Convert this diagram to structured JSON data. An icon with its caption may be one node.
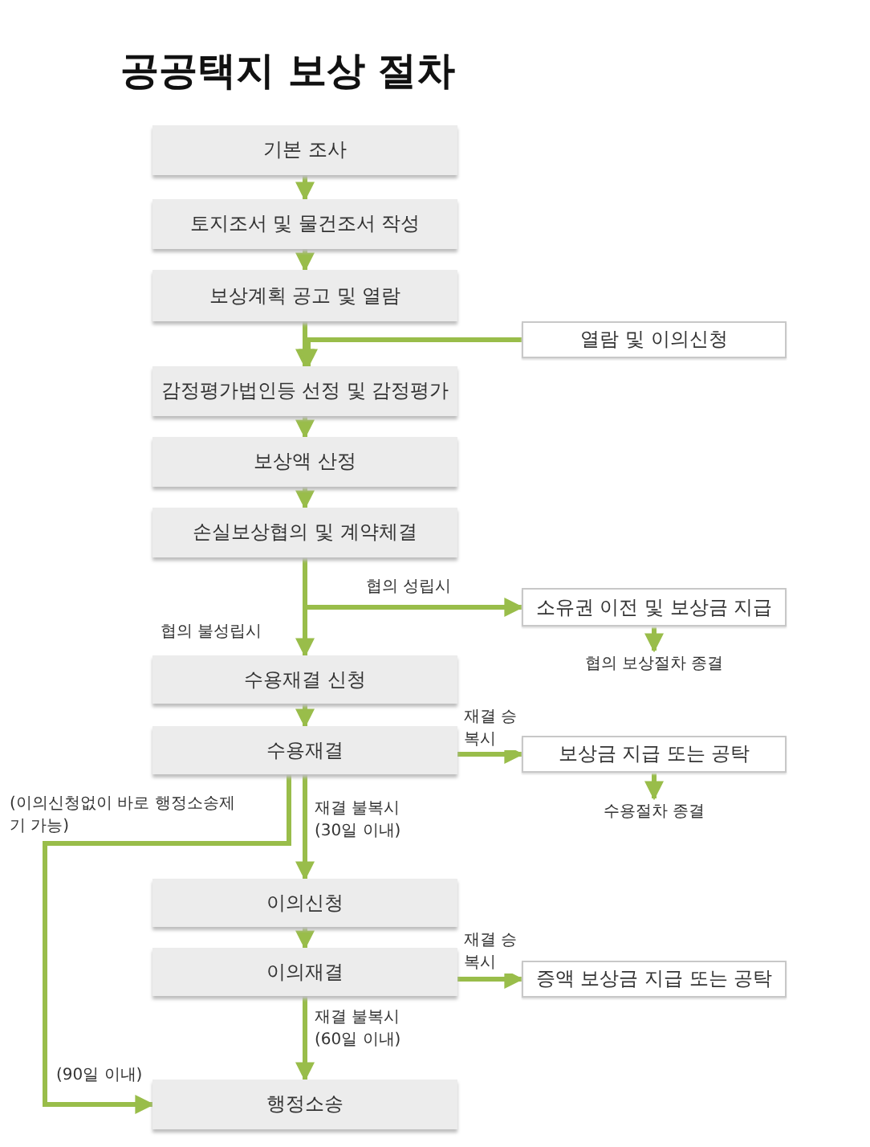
{
  "diagram": {
    "title": "공공택지 보상 절차",
    "nodes": [
      {
        "text": [
          "기본 조사"
        ]
      },
      {
        "text": [
          "토지조서 및 물건조서 작성"
        ]
      },
      {
        "text": [
          "보상계획 공고 및 열람"
        ]
      },
      {
        "text": [
          "열람 및 이의신청"
        ]
      },
      {
        "text": [
          "감정평가법인등 선정 및 감정평가"
        ]
      },
      {
        "text": [
          "보상액 산정"
        ]
      },
      {
        "text": [
          "손실보상협의 및 계약체결"
        ]
      },
      {
        "text": [
          "소유권 이전 및 보상금 지급"
        ]
      },
      {
        "text": [
          "협의 보상절차 종결"
        ]
      },
      {
        "text": [
          "수용재결 신청"
        ]
      },
      {
        "text": [
          "수용재결"
        ]
      },
      {
        "text": [
          "보상금 지급 또는 공탁"
        ]
      },
      {
        "text": [
          "수용절차 종결"
        ]
      },
      {
        "text": [
          "이의신청"
        ]
      },
      {
        "text": [
          "이의재결"
        ]
      },
      {
        "text": [
          "증액 보상금 지급 또는 공탁"
        ]
      },
      {
        "text": [
          "행정소송"
        ]
      }
    ],
    "edges": [
      {
        "from": 0,
        "to": 1,
        "arrow": "to"
      },
      {
        "from": 1,
        "to": 2,
        "arrow": "to"
      },
      {
        "from": 2,
        "to": 4,
        "arrow": "to"
      },
      {
        "from": 3,
        "to": 4,
        "arrow": "to"
      },
      {
        "from": 4,
        "to": 5,
        "arrow": "to"
      },
      {
        "from": 5,
        "to": 6,
        "arrow": "to"
      },
      {
        "from": 6,
        "to": 7,
        "arrow": "to",
        "label": "협의 성립시"
      },
      {
        "from": 6,
        "to": 9,
        "arrow": "to",
        "label": "협의 불성립시"
      },
      {
        "from": 7,
        "to": 8,
        "arrow": "to"
      },
      {
        "from": 9,
        "to": 10,
        "arrow": "to"
      },
      {
        "from": 10,
        "to": 11,
        "arrow": "to",
        "label": "재결 승복시"
      },
      {
        "from": 11,
        "to": 12,
        "arrow": "to"
      },
      {
        "from": 10,
        "to": 13,
        "arrow": "to",
        "label": "재결 불복시 (30일 이내)"
      },
      {
        "from": 10,
        "to": 16,
        "arrow": "to",
        "label": "(이의신청없이 바로 행정소송제기 가능)"
      },
      {
        "from": 13,
        "to": 14,
        "arrow": "to"
      },
      {
        "from": 14,
        "to": 15,
        "arrow": "to",
        "label": "재결 승복시"
      },
      {
        "from": 14,
        "to": 16,
        "arrow": "to",
        "label": "재결 불복시 (60일 이내)"
      }
    ],
    "labels": [
      "(90일 이내)"
    ]
  }
}
